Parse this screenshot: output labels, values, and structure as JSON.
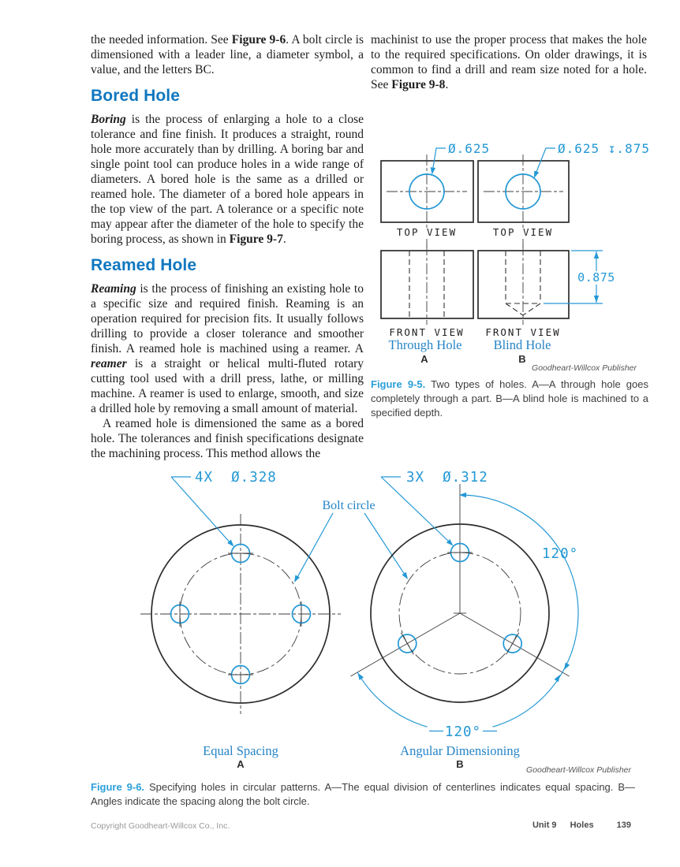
{
  "colors": {
    "heading": "#1177bf",
    "drawing": "#2498d5",
    "figlabel": "#2b9fd9",
    "serifblue": "#2584c6"
  },
  "columns": {
    "left": {
      "p1": {
        "t1": "the needed information. See ",
        "b1": "Figure 9-6",
        "t2": ". A bolt circle is dimensioned with a leader line, a diameter symbol, a value, and the letters BC."
      },
      "h_bored": "Bored Hole",
      "p2": {
        "bi1": "Boring",
        "t1": " is the process of enlarging a hole to a close tolerance and fine finish. It produces a straight, round hole more accurately than by drilling. A boring bar and single point tool can produce holes in a wide range of diameters. A bored hole is the same as a drilled or reamed hole. The diameter of a bored hole appears in the top view of the part. A tolerance or a specific note may appear after the diameter of the hole to specify the boring process, as shown in ",
        "b1": "Figure 9-7",
        "t2": "."
      },
      "h_reamed": "Reamed Hole",
      "p3": {
        "bi1": "Reaming",
        "t1": " is the process of finishing an existing hole to a specific size and required finish. Reaming is an operation required for precision fits. It usually follows drilling to provide a closer tolerance and smoother finish. A reamed hole is machined using a reamer. A ",
        "bi2": "reamer",
        "t2": " is a straight or helical multi-fluted rotary cutting tool used with a drill press, lathe, or milling machine. A reamer is used to enlarge, smooth, and size a drilled hole by removing a small amount of material."
      },
      "p4": "A reamed hole is dimensioned the same as a bored hole. The tolerances and finish specifications designate the machining process. This method allows the"
    },
    "right": {
      "p5": {
        "t1": "machinist to use the proper process that makes the hole to the required specifications. On older drawings, it is common to find a drill and ream size noted for a hole. See ",
        "b1": "Figure 9-8",
        "t2": "."
      }
    }
  },
  "fig95": {
    "dim_left": "Ø.625",
    "dim_right": "Ø.625 ↧.875",
    "top_view_a": "TOP VIEW",
    "top_view_b": "TOP VIEW",
    "front_view_a": "FRONT VIEW",
    "front_view_b": "FRONT VIEW",
    "depth_dim": "0.875",
    "label_a_title": "Through Hole",
    "label_b_title": "Blind Hole",
    "label_a": "A",
    "label_b": "B",
    "credit": "Goodheart-Willcox Publisher",
    "caption_label": "Figure 9-5.",
    "caption": " Two types of holes. A—A through hole goes completely through a part. B—A blind hole is machined to a specified depth."
  },
  "fig96": {
    "dim_a": "4X  Ø.328",
    "dim_b": "3X  Ø.312",
    "bolt_circle_label": "Bolt circle",
    "angle_right": "120°",
    "angle_bottom": "120°",
    "label_a_title": "Equal Spacing",
    "label_b_title": "Angular Dimensioning",
    "label_a": "A",
    "label_b": "B",
    "credit": "Goodheart-Willcox Publisher",
    "caption_label": "Figure 9-6.",
    "caption": " Specifying holes in circular patterns. A—The equal division of centerlines indicates equal spacing. B—Angles indicate the spacing along the bolt circle."
  },
  "footer": {
    "copyright": "Copyright Goodheart-Willcox Co., Inc.",
    "unit": "Unit 9",
    "section": "Holes",
    "page_number": "139"
  }
}
